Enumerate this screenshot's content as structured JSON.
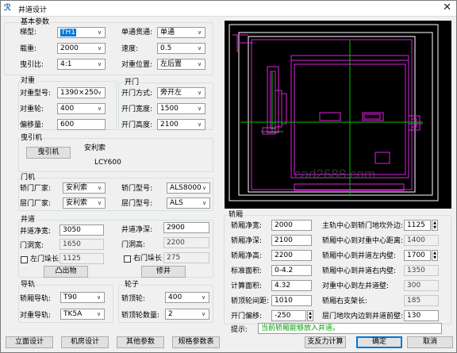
{
  "window": {
    "title": "井道设计",
    "app_icon": "logo-icon"
  },
  "basic": {
    "group": "基本参数",
    "model_label": "梯型:",
    "model_value": "TH1",
    "load_label": "载重:",
    "load_value": "2000",
    "ratio_label": "曳引比:",
    "ratio_value": "4:1",
    "pass_label": "单通贯通:",
    "pass_value": "单通",
    "speed_label": "速度:",
    "speed_value": "0.5",
    "cwpos_label": "对重位置:",
    "cwpos_value": "左后置"
  },
  "counterweight": {
    "group": "对重",
    "type_label": "对重型号:",
    "type_value": "1390×250",
    "wheel_label": "对重轮:",
    "wheel_value": "400",
    "offset_label": "偏移量:",
    "offset_value": "600"
  },
  "door": {
    "group": "开门",
    "mode_label": "开门方式:",
    "mode_value": "旁开左",
    "width_label": "开门宽度:",
    "width_value": "1500",
    "height_label": "开门高度:",
    "height_value": "2100"
  },
  "traction": {
    "group": "曳引机",
    "button": "曳引机",
    "brand": "安利索",
    "model": "LCY600"
  },
  "doormachine": {
    "group": "门机",
    "car_factory_label": "轿门厂家:",
    "car_factory_value": "安利索",
    "landing_factory_label": "层门厂家:",
    "landing_factory_value": "安利索",
    "car_model_label": "轿门型号:",
    "car_model_value": "ALS8000",
    "landing_model_label": "层门型号:",
    "landing_model_value": "ALS"
  },
  "shaft": {
    "group": "井道",
    "width_label": "井道净宽:",
    "width_value": "3050",
    "door_width_label": "门洞宽:",
    "door_width_value": "1650",
    "left_wall_label": "左门垛长",
    "left_wall_value": "1125",
    "depth_label": "井道净深:",
    "depth_value": "2900",
    "door_height_label": "门洞高:",
    "door_height_value": "2200",
    "right_wall_label": "右门垛长",
    "right_wall_value": "275",
    "outlet_button": "凸出物",
    "fix_button": "修井"
  },
  "rail": {
    "group": "导轨",
    "car_label": "轿厢导轨:",
    "car_value": "T90",
    "cw_label": "对重导轨:",
    "cw_value": "TK5A"
  },
  "wheel": {
    "group": "轮子",
    "car_wheel_label": "轿顶轮:",
    "car_wheel_value": "400",
    "count_label": "轿顶轮数量:",
    "count_value": "2"
  },
  "car": {
    "group": "轿厢",
    "width_label": "轿厢净宽:",
    "width_value": "2000",
    "depth_label": "轿厢净深:",
    "depth_value": "2100",
    "height_label": "轿厢净高:",
    "height_value": "2200",
    "std_area_label": "标准面积:",
    "std_area_value": "0-4.2",
    "calc_area_label": "计算面积:",
    "calc_area_value": "4.32",
    "sill_gap_label": "轿顶轮间距:",
    "sill_gap_value": "1010",
    "door_offset_label": "开门偏移:",
    "door_offset_value": "-250",
    "r1_label": "主轨中心到轿门地坎外边:",
    "r1_value": "1125",
    "r2_label": "轿厢中心到对重中心距离:",
    "r2_value": "1400",
    "r3_label": "轿厢中心到井道左内壁:",
    "r3_value": "1700",
    "r4_label": "轿厢中心到井道右内壁:",
    "r4_value": "1350",
    "r5_label": "对重中心到左井道壁:",
    "r5_value": "300",
    "r6_label": "轿厢右支架长:",
    "r6_value": "185",
    "r7_label": "层门地坎内边到井道前壁:",
    "r7_value": "130"
  },
  "hint": {
    "label": "提示:",
    "text": "当前轿厢能够放入井道。"
  },
  "footer": {
    "elevation": "立面设计",
    "machine_room": "机房设计",
    "other": "其他参数",
    "spec": "规格参数表",
    "support": "支反力计算",
    "ok": "确定",
    "cancel": "取消"
  },
  "watermark": "cad2688.com",
  "colors": {
    "accent": "#0078d7",
    "cad_magenta": "#e020e0",
    "cad_green": "#00c000",
    "hint_green": "#0a9a0a"
  }
}
